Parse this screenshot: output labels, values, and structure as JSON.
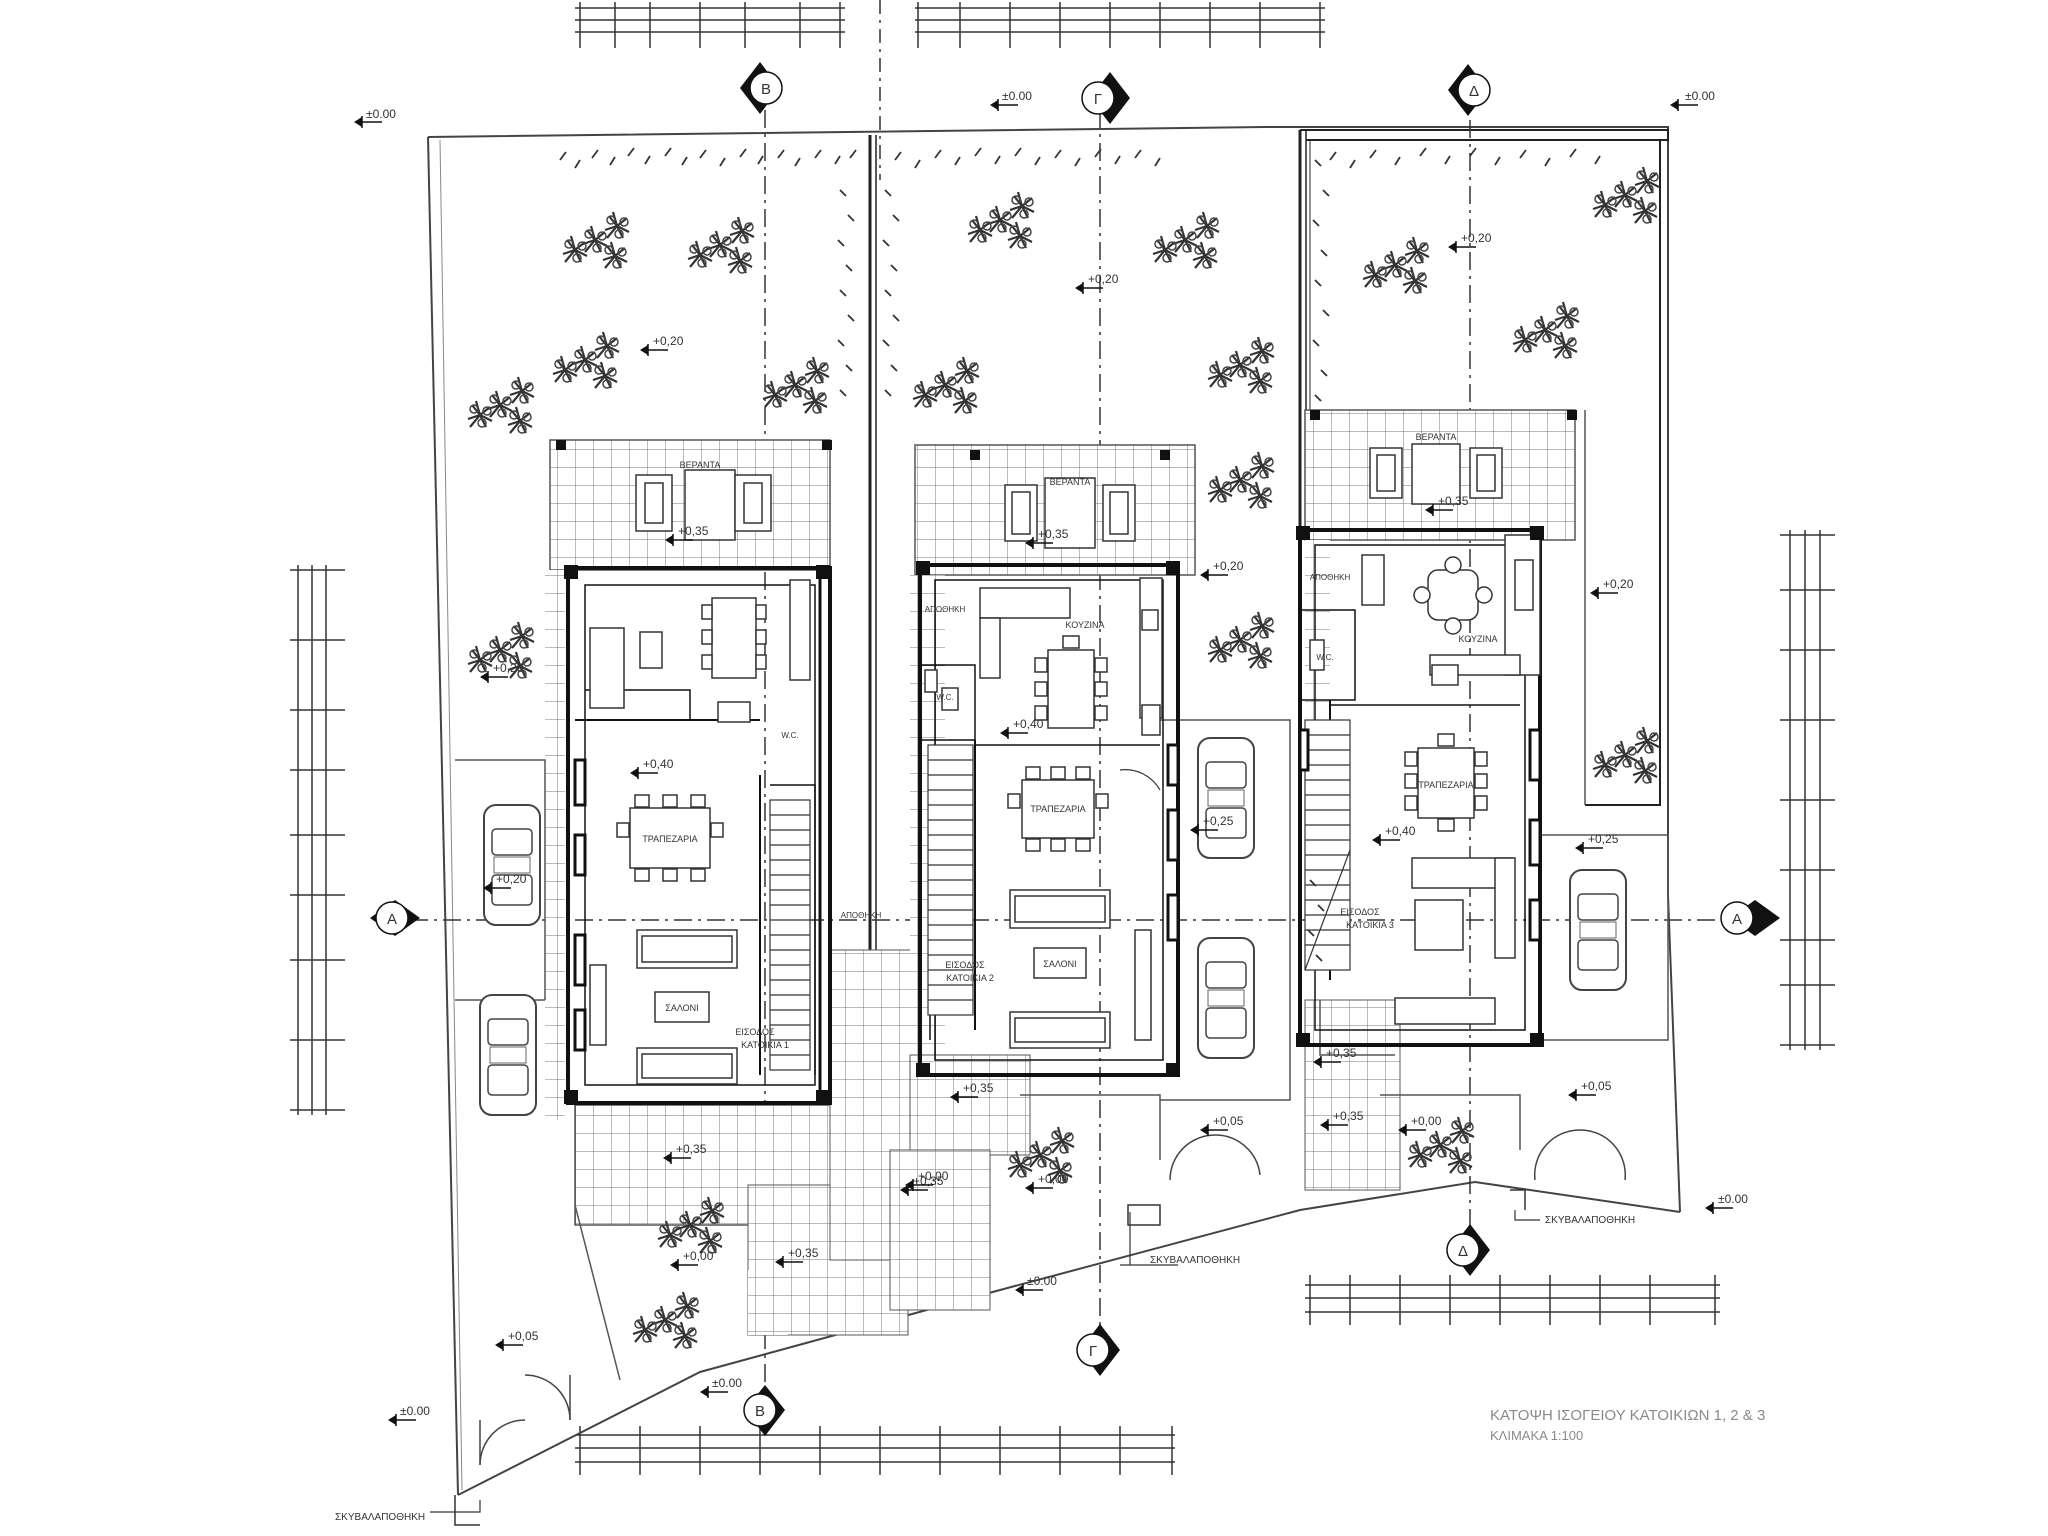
{
  "title": {
    "line1": "ΚΑΤΟΨΗ ΙΣΟΓΕΙΟΥ ΚΑΤΟΙΚΙΩΝ  1, 2 & 3",
    "line2": "ΚΛΙΜΑΚΑ   1:100"
  },
  "sections": {
    "A": "Α",
    "B": "Β",
    "G": "Γ",
    "D": "Δ"
  },
  "levels": {
    "ground": "±0.00",
    "garden": "+0,20",
    "terrace": "+0,35",
    "interior": "+0,40",
    "parking": "+0,25",
    "street": "+0,05",
    "entrance": "+0,00"
  },
  "rooms": {
    "living": "ΣΑΛΟΝΙ",
    "dining": "ΤΡΑΠΕΖΑΡΙΑ",
    "kitchen": "ΚΟΥΖΙΝΑ",
    "veranda": "ΒΕΡΑΝΤΑ",
    "storage": "ΑΠΟΘΗΚΗ",
    "wc": "W.C."
  },
  "entrances": {
    "house1_a": "ΕΙΣΟΔΟΣ",
    "house1_b": "ΚΑΤΟΙΚΙΑ 1",
    "house2_a": "ΕΙΣΟΔΟΣ",
    "house2_b": "ΚΑΤΟΙΚΙΑ 2",
    "house3_a": "ΕΙΣΟΔΟΣ",
    "house3_b": "ΚΑΤΟΙΚΙΑ 3"
  },
  "bins": "ΣΚΥΒΑΛΑΠΟΘΗΚΗ"
}
